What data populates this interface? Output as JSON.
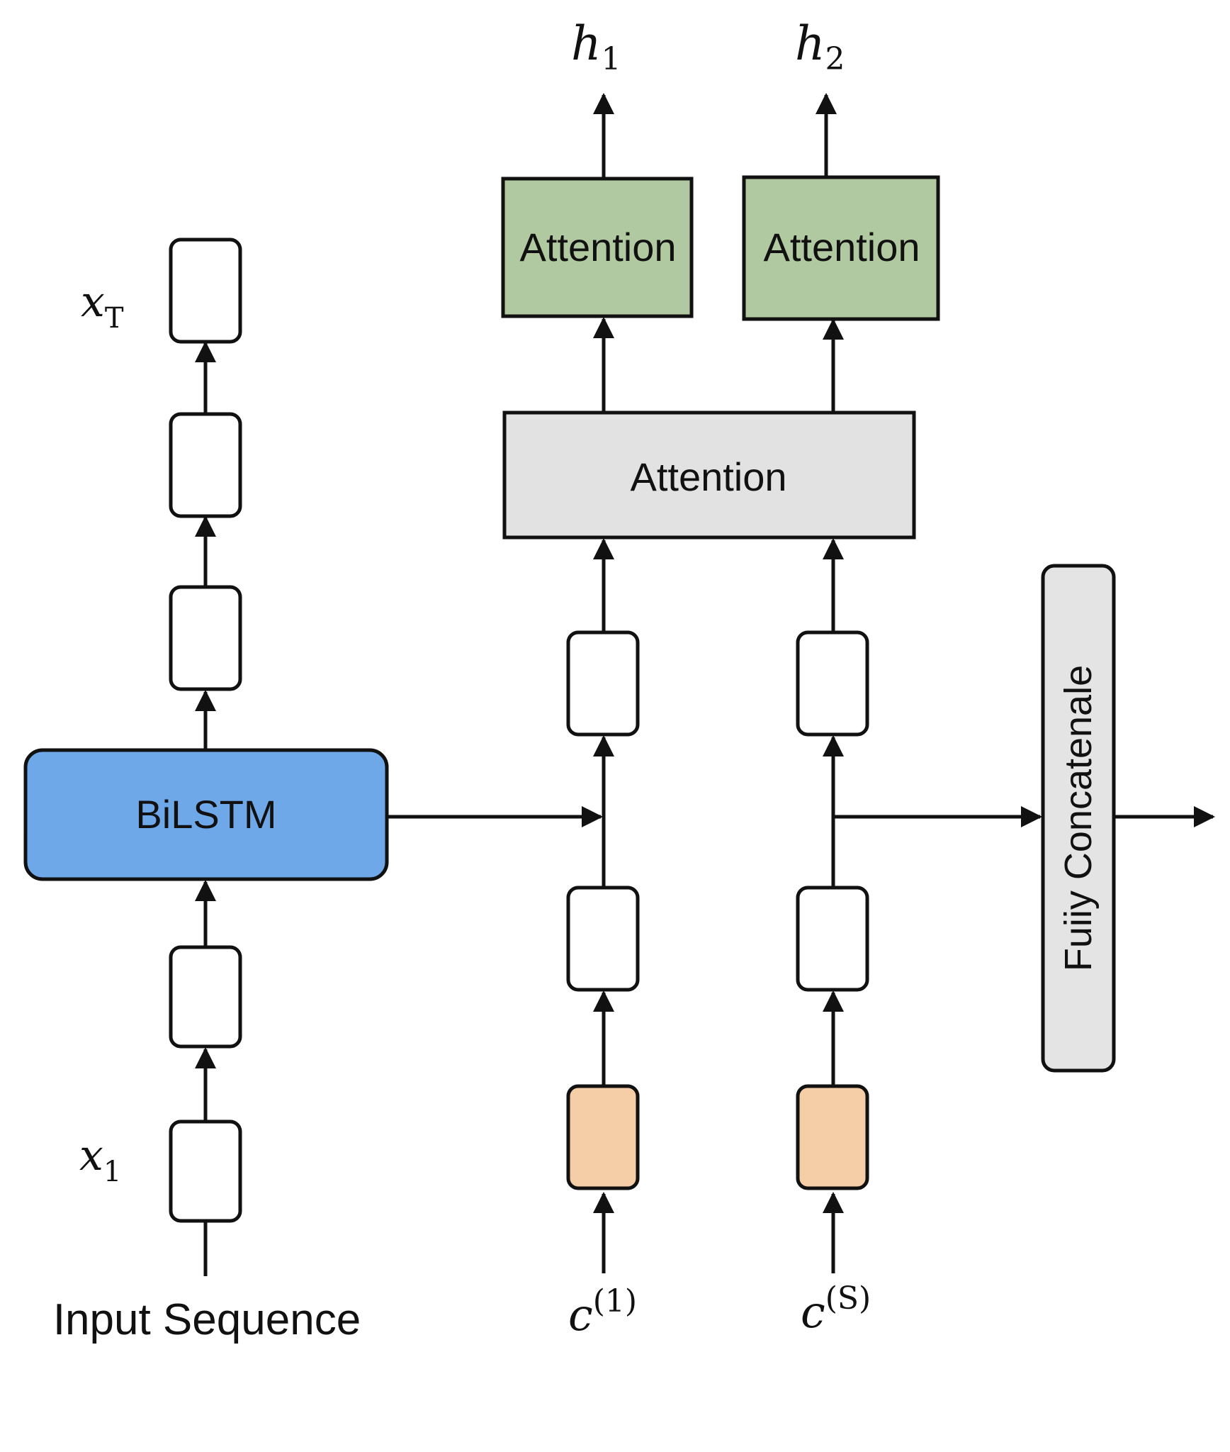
{
  "labels": {
    "input_sequence": "Input Sequence",
    "bilstm": "BiLSTM",
    "attention_shared": "Attention",
    "attention_left": "Attention",
    "attention_right": "Attention",
    "fully_concatenate": "Fuiiy Concatenale"
  },
  "math": {
    "x_top": {
      "base": "x",
      "sub": "T"
    },
    "x_bottom": {
      "base": "x",
      "sub": "1"
    },
    "h1": {
      "base": "h",
      "sub": "1"
    },
    "h2": {
      "base": "h",
      "sub": "2"
    },
    "c1": {
      "base": "c",
      "sup": "(1)"
    },
    "cS": {
      "base": "c",
      "sup": "(S)"
    }
  },
  "colors": {
    "bilstm_fill": "#6fa8e8",
    "attention_green": "#b1c9a0",
    "attention_gray": "#e2e2e2",
    "concat_fill": "#e4e4e4",
    "input_cell": "#f5cda6",
    "stroke": "#111111",
    "cell_fill": "#ffffff"
  }
}
